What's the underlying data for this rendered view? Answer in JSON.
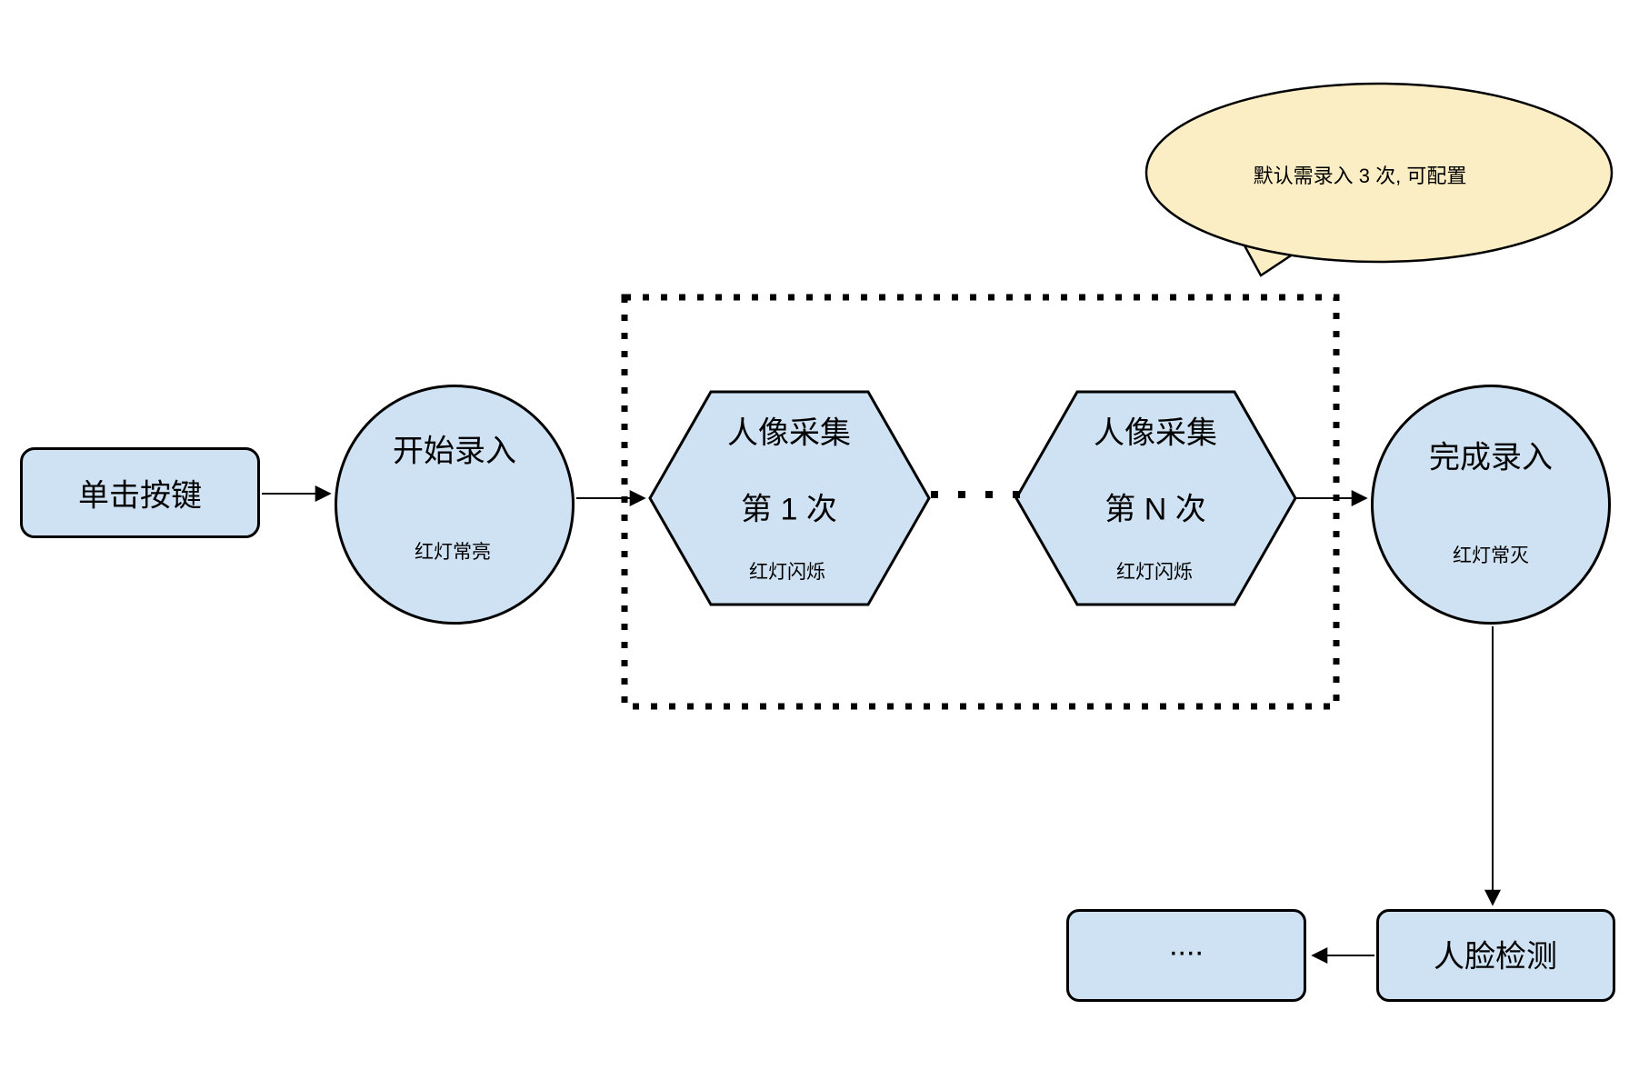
{
  "diagram": {
    "callout": {
      "text": "默认需录入 3 次, 可配置"
    },
    "nodes": {
      "click_button": {
        "label": "单击按键"
      },
      "start_entry": {
        "label": "开始录入",
        "status": "红灯常亮"
      },
      "capture_first": {
        "title": "人像采集",
        "round": "第 1 次",
        "status": "红灯闪烁"
      },
      "capture_nth": {
        "title": "人像采集",
        "round": "第 N 次",
        "status": "红灯闪烁"
      },
      "complete_entry": {
        "label": "完成录入",
        "status": "红灯常灭"
      },
      "face_detection": {
        "label": "人脸检测"
      },
      "more_steps": {
        "label": "...."
      }
    },
    "colors": {
      "node_fill": "#cfe2f3",
      "node_stroke": "#000000",
      "callout_fill": "#fbedc4"
    }
  }
}
